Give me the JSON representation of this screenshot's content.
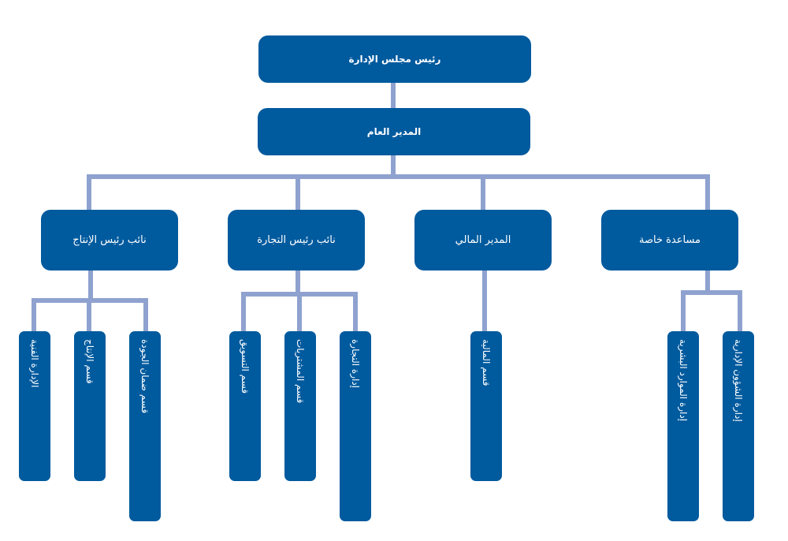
{
  "colors": {
    "box": "#005a9e",
    "connector": "#8fa2cf",
    "text": "#ffffff",
    "background": "#ffffff"
  },
  "chairman": "رئيس مجلس الإدارة",
  "general_manager": "المدير العام",
  "level2": {
    "special_assistant": "مساعدة خاصة",
    "financial_manager": "المدير المالي",
    "deputy_commerce": "نائب رئيس التجارة",
    "deputy_production": "نائب رئيس الإنتاج"
  },
  "departments": {
    "admin_affairs": "إدارة الشؤون الإدارية",
    "human_resources": "إدارة الموارد البشرية",
    "finance": "قسم المالية",
    "trade_admin": "إدارة التجارة",
    "purchasing": "قسم المشتريات",
    "marketing": "قسم التسويق",
    "quality": "قسم ضمان الجودة",
    "production": "قسم الإنتاج",
    "technical": "الإدارة الفنية"
  }
}
